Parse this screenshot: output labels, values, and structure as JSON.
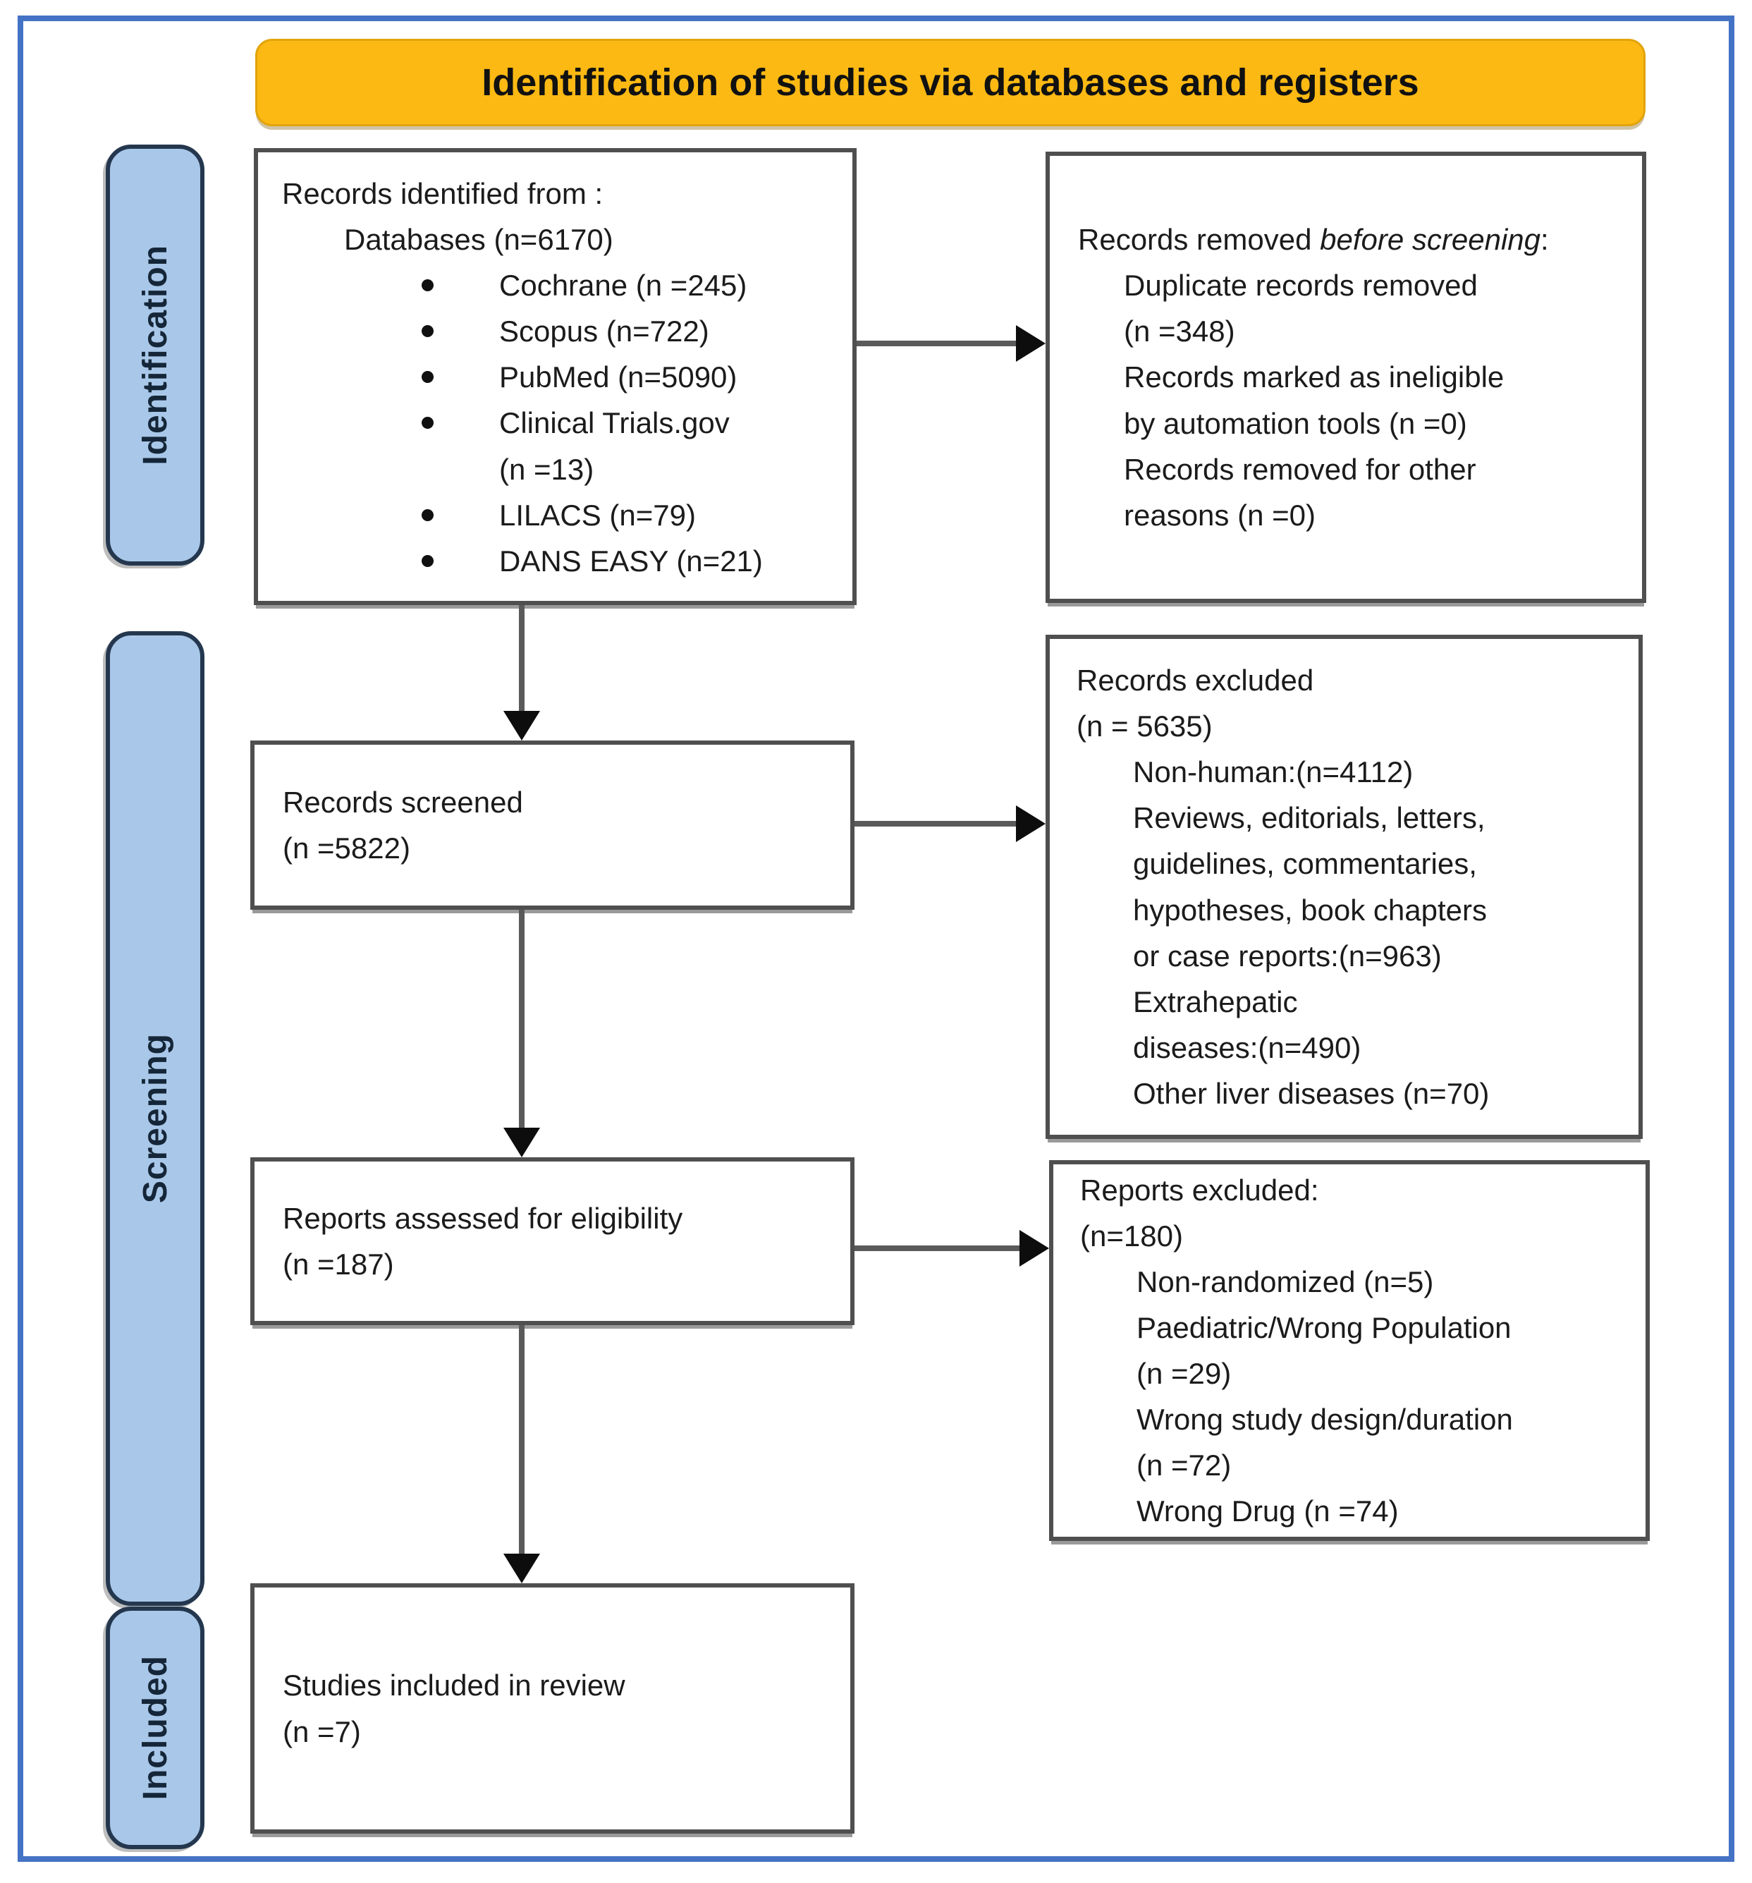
{
  "banner": {
    "title": "Identification of studies via databases and registers"
  },
  "stages": [
    {
      "label": "Identification"
    },
    {
      "label": "Screening"
    },
    {
      "label": "Included"
    }
  ],
  "boxes": {
    "identified": {
      "title": "Records identified from :",
      "subtitle": "Databases (n=6170)",
      "bullets": [
        "Cochrane (n =245)",
        "Scopus (n=722)",
        "PubMed (n=5090)",
        "Clinical Trials.gov\n(n =13)",
        "LILACS (n=79)",
        "DANS EASY (n=21)"
      ]
    },
    "removed": {
      "title_prefix": "Records removed ",
      "title_italic": "before screening",
      "title_suffix": ":",
      "items": [
        "Duplicate records removed\n(n =348)",
        "Records marked as ineligible\nby automation tools (n =0)",
        "Records removed for other\nreasons (n =0)"
      ]
    },
    "screened": {
      "title": "Records screened",
      "count": "(n =5822)"
    },
    "excluded_records": {
      "title": "Records excluded",
      "count": "(n = 5635)",
      "items": [
        "Non-human:(n=4112)",
        "Reviews, editorials, letters,\nguidelines, commentaries,\nhypotheses, book chapters\nor case reports:(n=963)",
        "Extrahepatic\ndiseases:(n=490)",
        "Other liver diseases (n=70)"
      ]
    },
    "assessed": {
      "title": "Reports assessed for eligibility",
      "count": "(n =187)"
    },
    "excluded_reports": {
      "title": "Reports excluded:",
      "count": "(n=180)",
      "items": [
        "Non-randomized (n=5)",
        "Paediatric/Wrong Population\n(n =29)",
        "Wrong study design/duration\n(n =72)",
        "Wrong Drug (n =74)"
      ]
    },
    "included": {
      "title": "Studies included in review",
      "count": "(n =7)"
    }
  },
  "colors": {
    "frame_border": "#4472C4",
    "banner_bg": "#FCB913",
    "stage_bg": "#A9C8E9",
    "stage_border": "#24374E",
    "box_border": "#4F4F4F",
    "arrow_shaft": "#5A5A5A",
    "arrow_head": "#0D0D0D",
    "text": "#1B1B1B"
  }
}
